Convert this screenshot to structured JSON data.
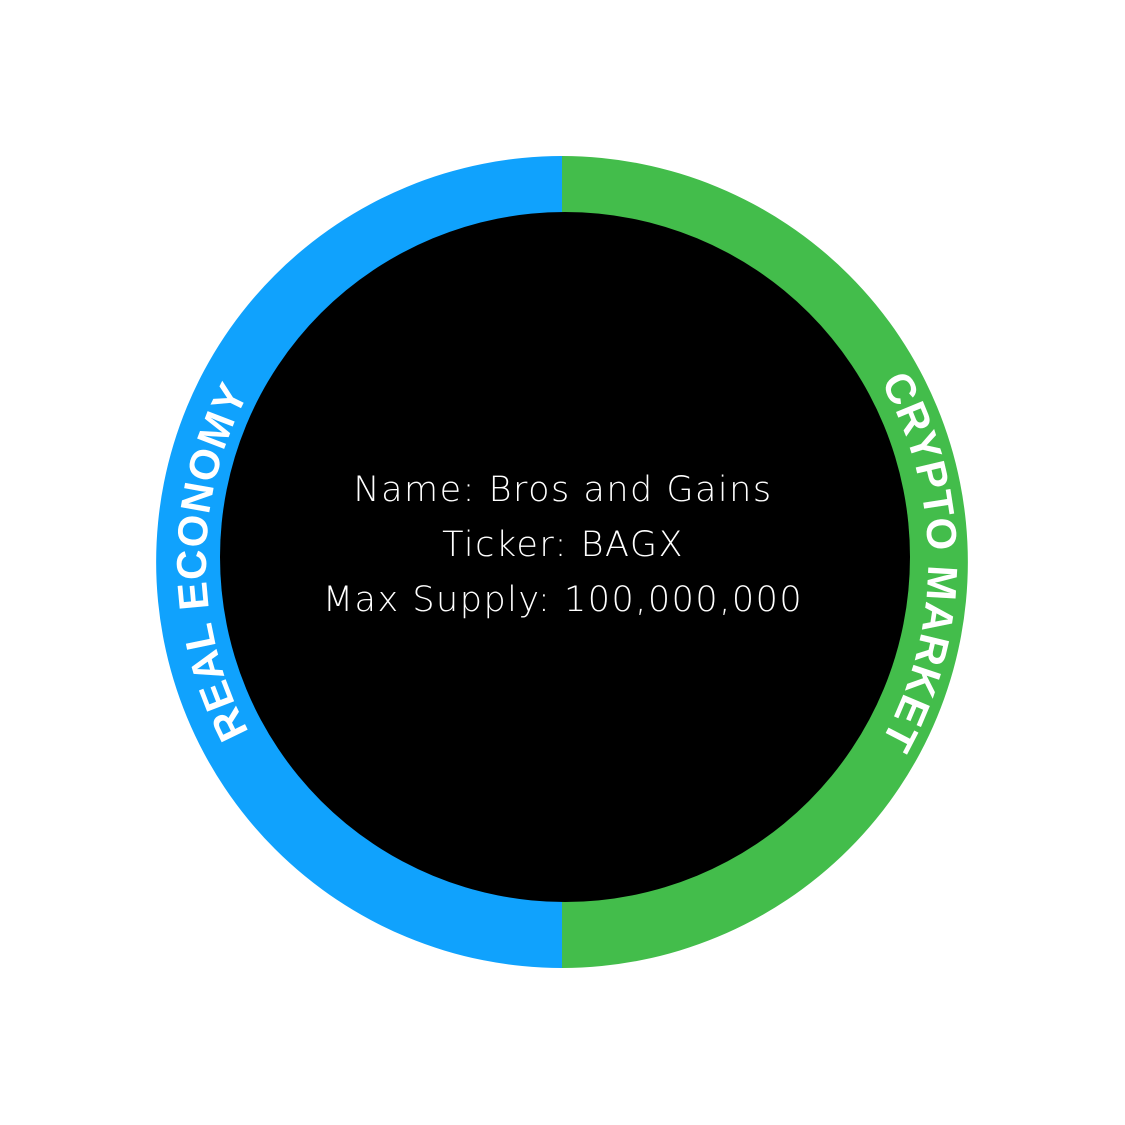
{
  "diagram": {
    "left_label": "REAL ECONOMY",
    "right_label": "CRYPTO MARKET",
    "info_lines": [
      "Name: Bros and Gains",
      "Ticker: BAGX",
      "Max Supply: 100,000,000"
    ],
    "colors": {
      "left": "#10a2fd",
      "right": "#43bd4b",
      "center": "#000000",
      "text": "#ffffff"
    }
  }
}
